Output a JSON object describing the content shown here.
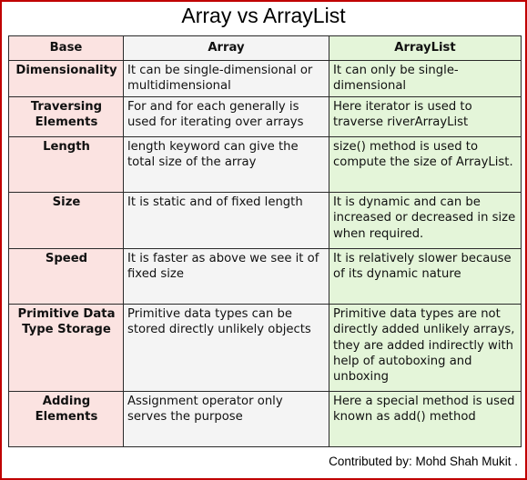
{
  "title": "Array vs ArrayList",
  "table": {
    "headers": [
      "Base",
      "Array",
      "ArrayList"
    ],
    "rows": [
      {
        "base": "Dimensionality",
        "array": "It can be single-dimensional or multidimensional",
        "arraylist": "It can only be single-dimensional"
      },
      {
        "base": "Traversing Elements",
        "array": "For and for each generally is used for iterating over arrays",
        "arraylist": "Here iterator is used to traverse riverArrayList"
      },
      {
        "base": "Length",
        "array": "length keyword can give the total size of the array",
        "arraylist": "size() method is used to compute the size of ArrayList."
      },
      {
        "base": "Size",
        "array": "It is static and of fixed length",
        "arraylist": "It is dynamic and can be increased or decreased in size when required."
      },
      {
        "base": "Speed",
        "array": "It is faster as above we see it of fixed size",
        "arraylist": "It is relatively slower because of its dynamic nature"
      },
      {
        "base": "Primitive Data Type Storage",
        "array": "Primitive data types can be stored directly unlikely objects",
        "arraylist": "Primitive data types are not directly added unlikely arrays, they are added indirectly with help of autoboxing and unboxing"
      },
      {
        "base": "Adding Elements",
        "array": "Assignment operator only serves the purpose",
        "arraylist": "Here a special method is used known as add() method"
      }
    ]
  },
  "footer": "Contributed by: Mohd Shah Mukit ."
}
